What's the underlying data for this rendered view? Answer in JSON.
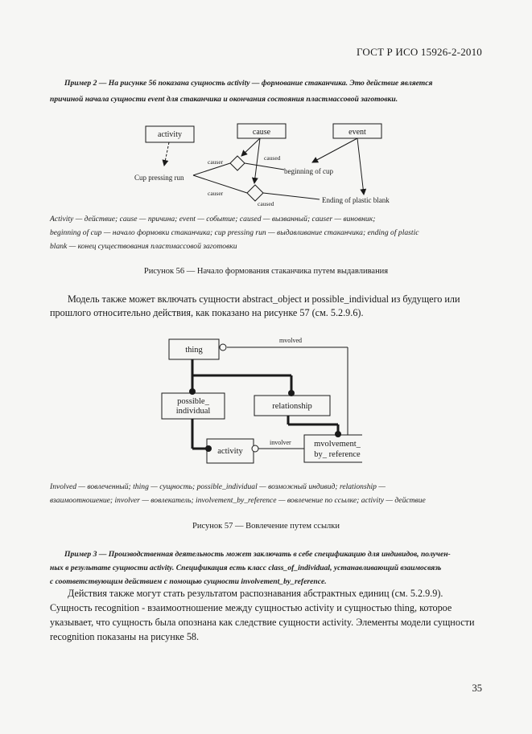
{
  "header": {
    "standard": "ГОСТ Р ИСО 15926-2-2010"
  },
  "example2": {
    "line1": "Пример 2 — На рисунке 56 показана сущность activity — формование стаканчика. Это действие является",
    "line2": "причиной начала сущности event для стаканчика и окончания состояния пластмассовой заготовки."
  },
  "figure56": {
    "boxes": {
      "activity": "activity",
      "cause": "cause",
      "event": "event"
    },
    "labels": {
      "causer_top": "causer",
      "caused_top": "caused",
      "cup_pressing_run": "Cup pressing run",
      "beginning_of_cup": "beginning of cup",
      "causer_bottom": "causer",
      "ending_of_plastic_blank": "Ending of plastic blank",
      "caused_bottom": "caused"
    },
    "legend": {
      "line1": "Activity — действие; cause — причина; event — событие; caused — вызванный; causer — виновник;",
      "line2": "beginning of cup — начало формовки стаканчика; cup pressing run — выдавливание стаканчика; ending of plastic",
      "line3": "blank — конец существования пластмассовой заготовки"
    },
    "caption": "Рисунок 56 — Начало формования стаканчика путем выдавливания"
  },
  "paragraph1": {
    "line1": "Модель также может включать сущности abstract_object и possible_individual из будущего или",
    "line2": "прошлого относительно действия, как показано на рисунке 57 (см. 5.2.9.6)."
  },
  "figure57": {
    "boxes": {
      "thing": "thing",
      "possible_line1": "possible_",
      "possible_line2": "individual",
      "relationship": "relationship",
      "activity": "activity",
      "involvement_line1": "mvolvement_",
      "involvement_line2": "by_ reference"
    },
    "labels": {
      "involved": "mvolved",
      "involver": "involver"
    },
    "legend": {
      "line1": "Involved — вовлеченный; thing — сущность; possible_individual — возможный индивид; relationship —",
      "line2": "взаимоотношение; involver — вовлекатель; involvement_by_reference — вовлечение по ссылке; activity — действие"
    },
    "caption": "Рисунок 57 — Вовлечение путем ссылки"
  },
  "example3": {
    "line1": "Пример 3 — Производственная деятельность может заключать в себе спецификацию для индивидов, получен-",
    "line2": "ных в результате сущности activity. Спецификация есть класс class_of_individual, устанавливающий взаимосвязь",
    "line3": "с соответствующим действием с помощью сущности involvement_by_reference."
  },
  "paragraph2": {
    "line1": "Действия также могут стать результатом распознавания абстрактных единиц (см. 5.2.9.9).",
    "line2": "Сущность recognition - взаимоотношение между сущностью activity и сущностью thing, которое",
    "line3": "указывает, что сущность была опознана как следствие сущности activity. Элементы модели сущности",
    "line4": "recognition показаны на рисунке 58."
  },
  "page_number": "35"
}
